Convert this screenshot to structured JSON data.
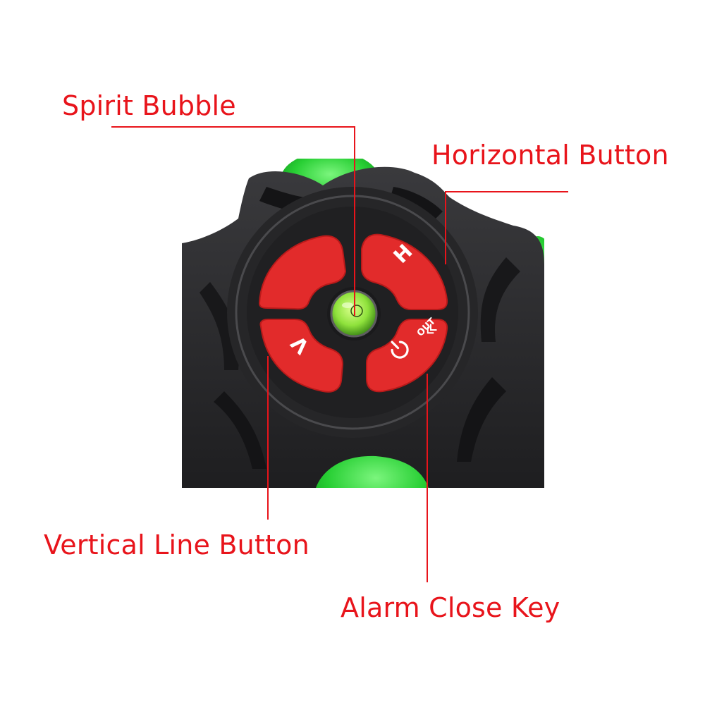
{
  "labels": {
    "spirit_bubble": "Spirit Bubble",
    "horizontal_button": "Horizontal Button",
    "vertical_line_button": "Vertical Line Button",
    "alarm_close_key": "Alarm Close Key"
  },
  "keys": {
    "horizontal_key_letter": "H",
    "vertical_key_letter": "V",
    "out_text": "OUT"
  },
  "colors": {
    "annotation_red": "#e8141b",
    "button_red": "#e22b2b",
    "housing_black": "#2b2b2d",
    "body_green": "#2fd43a",
    "bubble_green": "#9ff04a"
  },
  "icons": {
    "power": "power-icon",
    "chevrons": "double-chevron-left-icon"
  }
}
